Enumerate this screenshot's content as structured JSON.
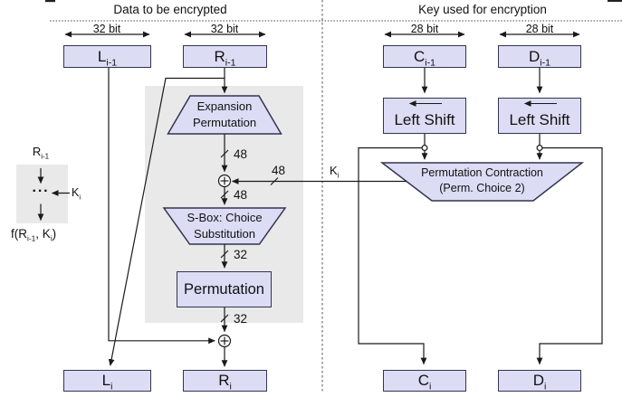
{
  "titles": {
    "data_half": "Data to be encrypted",
    "key_half": "Key used for encryption"
  },
  "bit_labels": {
    "l": "32 bit",
    "r": "32 bit",
    "c": "28 bit",
    "d": "28 bit"
  },
  "registers": {
    "l_prev": {
      "base": "L",
      "sub": "i-1"
    },
    "r_prev": {
      "base": "R",
      "sub": "i-1"
    },
    "c_prev": {
      "base": "C",
      "sub": "i-1"
    },
    "d_prev": {
      "base": "D",
      "sub": "i-1"
    },
    "l_cur": {
      "base": "L",
      "sub": "i"
    },
    "r_cur": {
      "base": "R",
      "sub": "i"
    },
    "c_cur": {
      "base": "C",
      "sub": "i"
    },
    "d_cur": {
      "base": "D",
      "sub": "i"
    }
  },
  "blocks": {
    "left_shift_c": "Left Shift",
    "left_shift_d": "Left Shift",
    "permutation": "Permutation",
    "expansion": {
      "line1": "Expansion",
      "line2": "Permutation"
    },
    "sbox": {
      "line1": "S-Box: Choice",
      "line2": "Substitution"
    },
    "perm_contraction": {
      "line1": "Permutation Contraction",
      "line2": "(Perm. Choice 2)"
    }
  },
  "wire_labels": {
    "expansion_out": "48",
    "key_in": "48",
    "xor_out": "48",
    "sbox_out": "32",
    "permutation_out": "32",
    "key": {
      "base": "K",
      "sub": "i"
    }
  },
  "legend": {
    "input": {
      "base": "R",
      "sub": "i-1"
    },
    "dots": "···",
    "key": {
      "base": "K",
      "sub": "i"
    },
    "f_label": {
      "p1": "f(R",
      "s1": "i-1",
      "p2": ", K",
      "s2": "i",
      "p3": ")"
    }
  },
  "colors": {
    "box_fill": "#dcdcf5",
    "box_border": "#34344f",
    "panel_gray": "#e9e9e9",
    "line": "#1a1a1a"
  }
}
